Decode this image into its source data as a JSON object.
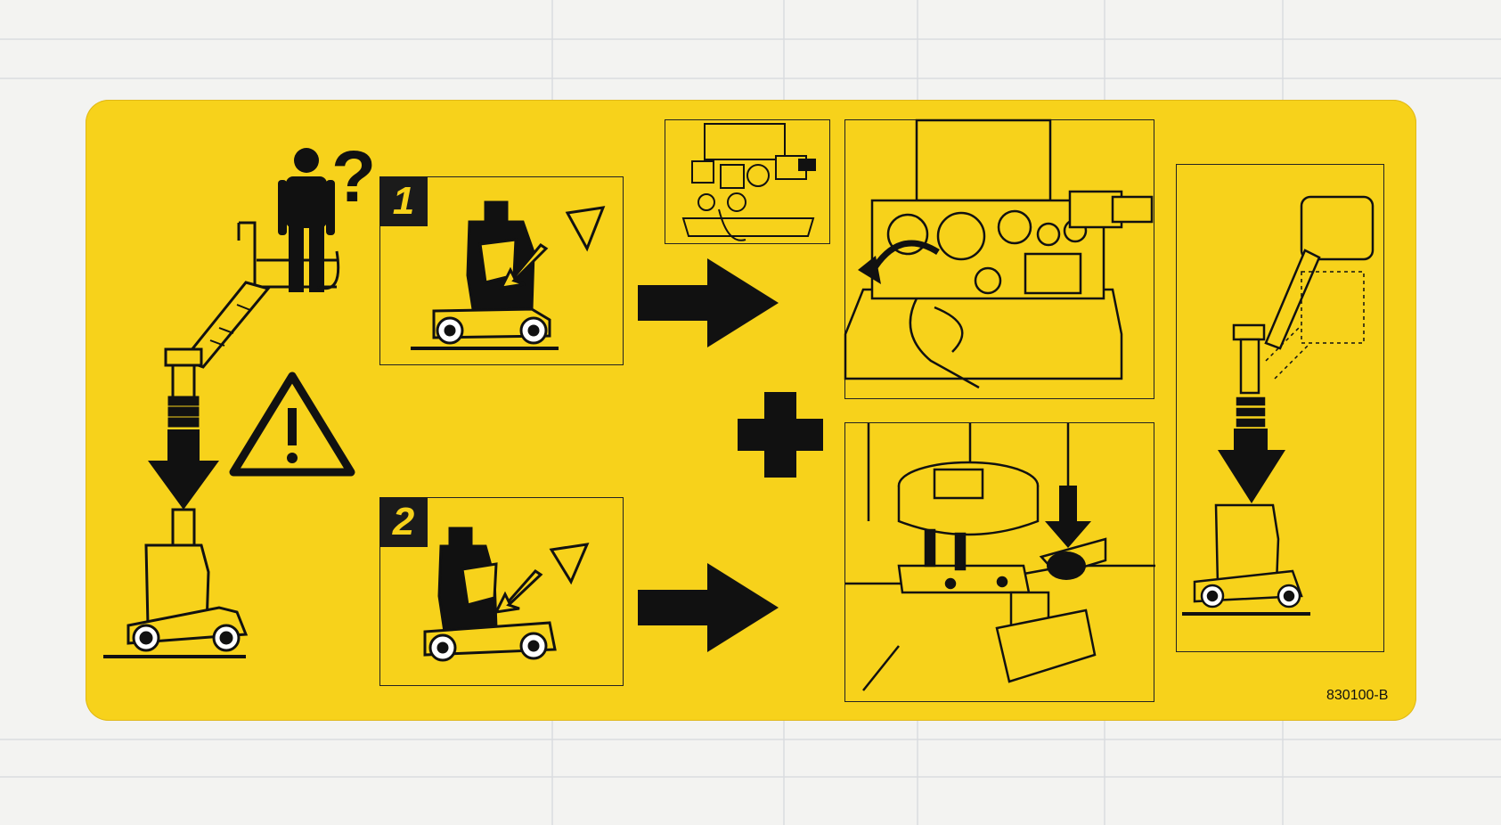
{
  "label": {
    "code": "830100-B",
    "steps": [
      {
        "number": "1"
      },
      {
        "number": "2"
      }
    ],
    "question_mark": "?",
    "warning_icon": "warning-triangle-icon",
    "plus_icon": "plus-icon",
    "colors": {
      "sticker": "#f7d21b",
      "ink": "#1b1b1b",
      "background": "#f3f3f1"
    }
  }
}
